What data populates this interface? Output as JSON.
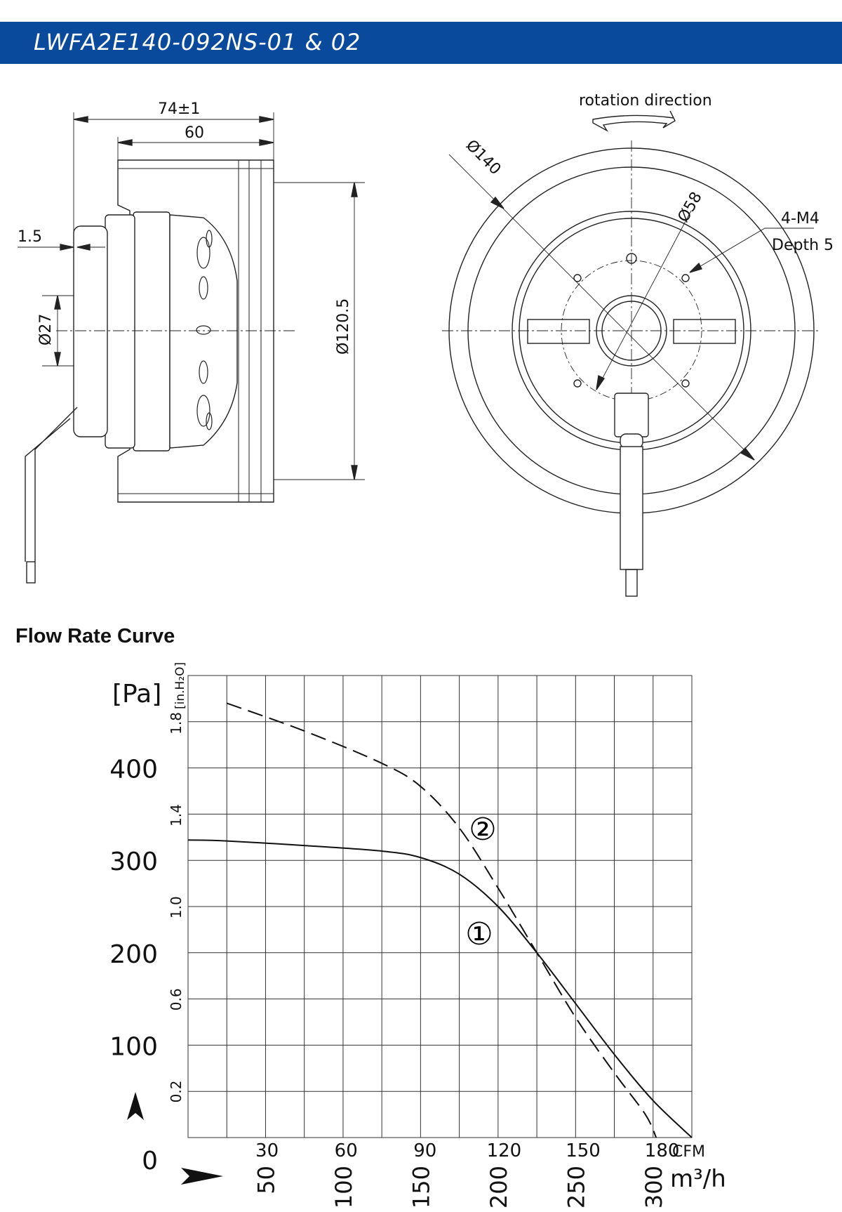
{
  "header": {
    "title": "LWFA2E140-092NS-01 & 02"
  },
  "side_view": {
    "dim_overall": "74±1",
    "dim_width": "60",
    "dim_offset": "1.5",
    "dim_hub": "Ø27",
    "dim_impeller": "Ø120.5"
  },
  "front_view": {
    "rotation_label": "rotation direction",
    "dim_outer": "Ø140",
    "dim_bolt_circle": "Ø58",
    "holes_label": "4-M4",
    "depth_label": "Depth 5"
  },
  "section": {
    "title": "Flow Rate Curve"
  },
  "chart_data": {
    "type": "line",
    "y_unit_left": "[Pa]",
    "y_unit_right": "[in.H₂O]",
    "x_unit_top": "CFM",
    "x_unit_bottom": "m³/h",
    "y_ticks_pa": [
      "0",
      "100",
      "200",
      "300",
      "400"
    ],
    "y_ticks_inh2o": [
      "0.2",
      "0.6",
      "1.0",
      "1.4",
      "1.8"
    ],
    "x_ticks_cfm": [
      "30",
      "60",
      "90",
      "120",
      "150",
      "180"
    ],
    "x_ticks_m3h": [
      "50",
      "100",
      "150",
      "200",
      "250",
      "300"
    ],
    "xlim_m3h": [
      0,
      325
    ],
    "ylim_pa": [
      0,
      500
    ],
    "grid": true,
    "series": [
      {
        "name": "①",
        "style": "solid",
        "points": [
          [
            0,
            322
          ],
          [
            25,
            321
          ],
          [
            75,
            316
          ],
          [
            125,
            310
          ],
          [
            150,
            303
          ],
          [
            175,
            285
          ],
          [
            200,
            250
          ],
          [
            225,
            200
          ],
          [
            250,
            145
          ],
          [
            275,
            90
          ],
          [
            300,
            40
          ],
          [
            325,
            0
          ]
        ]
      },
      {
        "name": "②",
        "style": "dashed",
        "points": [
          [
            25,
            470
          ],
          [
            75,
            440
          ],
          [
            125,
            405
          ],
          [
            150,
            380
          ],
          [
            175,
            335
          ],
          [
            200,
            270
          ],
          [
            225,
            200
          ],
          [
            250,
            130
          ],
          [
            275,
            70
          ],
          [
            295,
            25
          ],
          [
            302,
            0
          ]
        ]
      }
    ]
  }
}
